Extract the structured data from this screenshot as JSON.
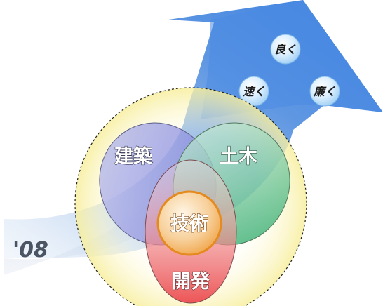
{
  "diagram": {
    "year": "'08",
    "bubbles": {
      "good": "良く",
      "fast": "速く",
      "cheap": "廉く"
    },
    "circles": {
      "architecture": "建築",
      "civil": "土木",
      "development": "開発",
      "technology": "技術"
    }
  }
}
